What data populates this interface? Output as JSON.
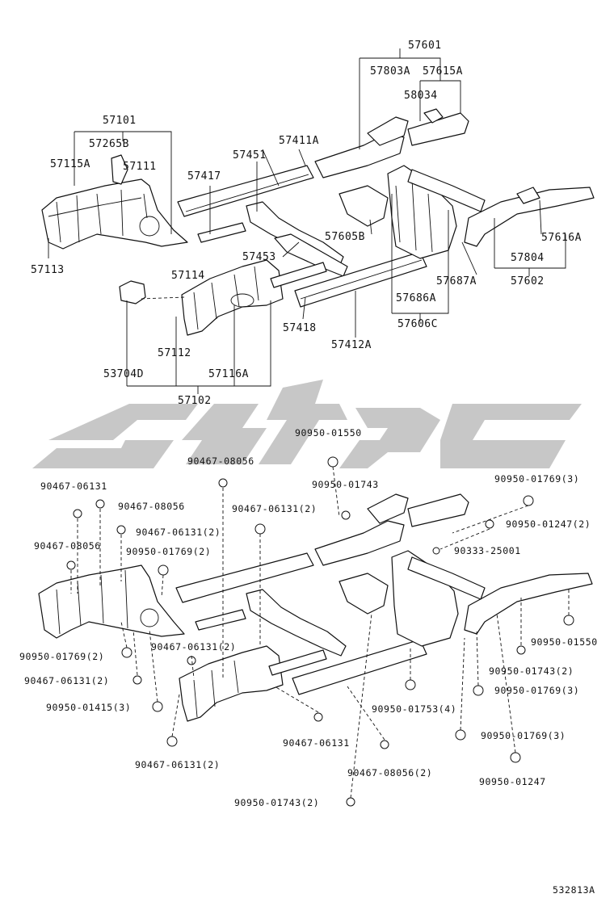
{
  "diagram_id": "532813A",
  "upper_labels": {
    "p57601": "57601",
    "p57803A": "57803A",
    "p57615A": "57615A",
    "p58034": "58034",
    "p57411A": "57411A",
    "p57451": "57451",
    "p57417": "57417",
    "p57605B": "57605B",
    "p57101": "57101",
    "p57265B": "57265B",
    "p57115A": "57115A",
    "p57111": "57111",
    "p57113": "57113",
    "p57616A": "57616A",
    "p57804": "57804",
    "p57602": "57602",
    "p57687A": "57687A",
    "p57686A": "57686A",
    "p57606C": "57606C",
    "p57453": "57453",
    "p57114": "57114",
    "p57418": "57418",
    "p57412A": "57412A",
    "p57112": "57112",
    "p53704D": "53704D",
    "p57116A": "57116A",
    "p57102": "57102"
  },
  "lower_labels": {
    "l01": "90950-01550",
    "l02": "90467-08056",
    "l03": "90950-01743",
    "l04": "90467-06131",
    "l05": "90467-08056",
    "l06": "90467-06131(2)",
    "l07": "90950-01769(3)",
    "l08": "90467-06131(2)",
    "l09": "90950-01247(2)",
    "l10": "90467-08056",
    "l11": "90950-01769(2)",
    "l12": "90333-25001",
    "l13": "90950-01550",
    "l14": "90950-01769(2)",
    "l15": "90467-06131(2)",
    "l16": "90950-01743(2)",
    "l17": "90467-06131(2)",
    "l18": "90950-01769(3)",
    "l19": "90950-01415(3)",
    "l20": "90950-01753(4)",
    "l21": "90467-06131",
    "l22": "90950-01769(3)",
    "l23": "90467-06131(2)",
    "l24": "90467-08056(2)",
    "l25": "90950-01247",
    "l26": "90950-01743(2)"
  }
}
